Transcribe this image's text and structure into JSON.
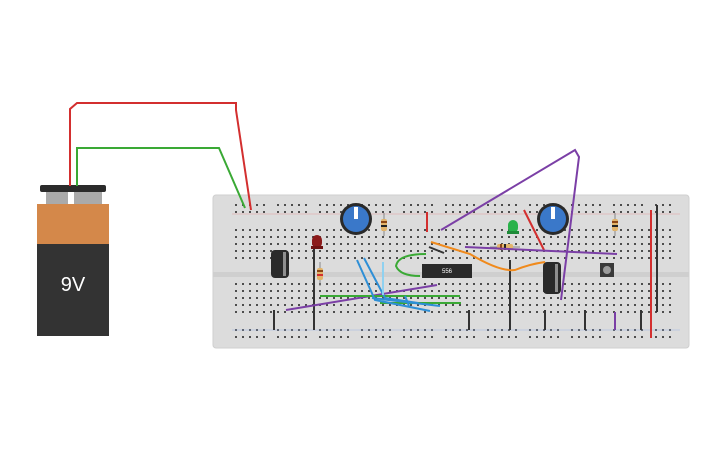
{
  "battery": {
    "label": "9V"
  },
  "ic": {
    "label": "556"
  },
  "colors": {
    "wire_red": "#d32f2f",
    "wire_green": "#3aa935",
    "wire_purple": "#7b3fa6",
    "wire_orange": "#f08a1c",
    "wire_blue": "#2e8fd6",
    "wire_black": "#333333",
    "breadboard": "#dcdcdc",
    "battery_top": "#d4884a",
    "battery_body": "#333333",
    "pot_blue": "#3a78c9",
    "led_red": "#8b1a1a",
    "led_green": "#29b24a"
  },
  "components": {
    "potentiometers": [
      "potentiometer-left",
      "potentiometer-right"
    ],
    "capacitors": [
      "capacitor-left",
      "capacitor-right"
    ],
    "leds": [
      "led-red",
      "led-green"
    ],
    "resistors": [
      "resistor-1",
      "resistor-2",
      "resistor-3",
      "resistor-4"
    ],
    "button": "pushbutton"
  }
}
